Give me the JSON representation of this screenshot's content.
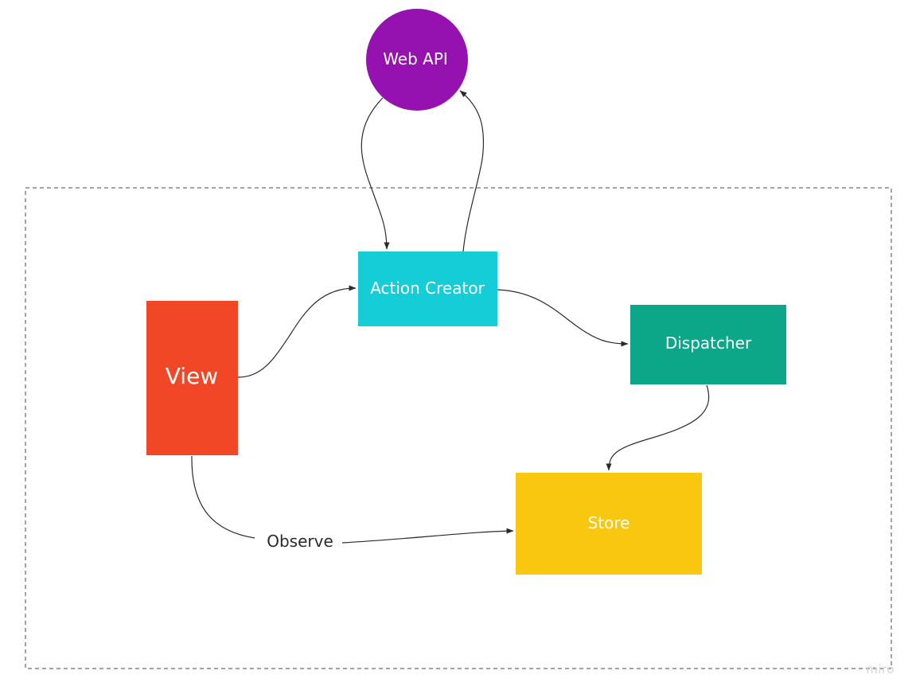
{
  "diagram": {
    "nodes": {
      "web_api": {
        "label": "Web API",
        "color": "#9512B0"
      },
      "action_creator": {
        "label": "Action Creator",
        "color": "#14CDD6"
      },
      "view": {
        "label": "View",
        "color": "#F24726"
      },
      "dispatcher": {
        "label": "Dispatcher",
        "color": "#0CA789"
      },
      "store": {
        "label": "Store",
        "color": "#FAC710"
      }
    },
    "edges": {
      "observe_label": "Observe"
    },
    "boundary_style": "dashed"
  },
  "watermark": "miro"
}
